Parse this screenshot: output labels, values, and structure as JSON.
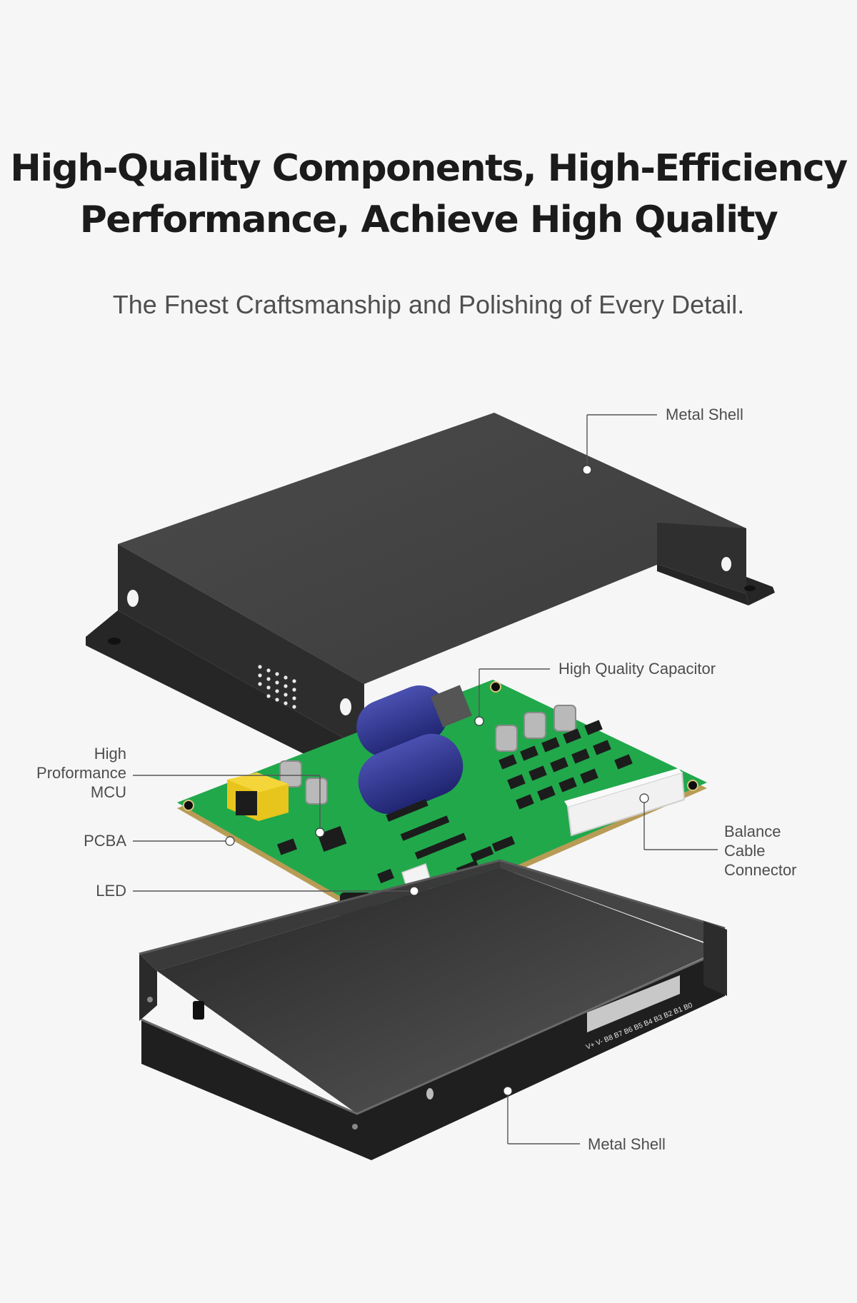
{
  "header": {
    "title_line1": "High-Quality Components, High-Efficiency",
    "title_line2": "Performance, Achieve High Quality",
    "subtitle": "The Fnest Craftsmanship and Polishing of Every Detail."
  },
  "callouts": {
    "metal_shell_top": "Metal Shell",
    "capacitor": "High Quality Capacitor",
    "mcu_line1": "High",
    "mcu_line2": "Proformance",
    "mcu_line3": "MCU",
    "pcba": "PCBA",
    "led": "LED",
    "balance_line1": "Balance",
    "balance_line2": "Cable",
    "balance_line3": "Connector",
    "metal_shell_bottom": "Metal Shell"
  },
  "product": {
    "port_markings": "V+ V-   B8 B7 B6 B5 B4 B3 B2 B1 B0"
  },
  "colors": {
    "background": "#f6f6f6",
    "shell": "#3a3a3a",
    "pcb": "#1fa84a",
    "capacitor": "#2b318c",
    "inductor": "#e8c51c",
    "connector": "#f1f1f1",
    "leader": "#555555"
  }
}
